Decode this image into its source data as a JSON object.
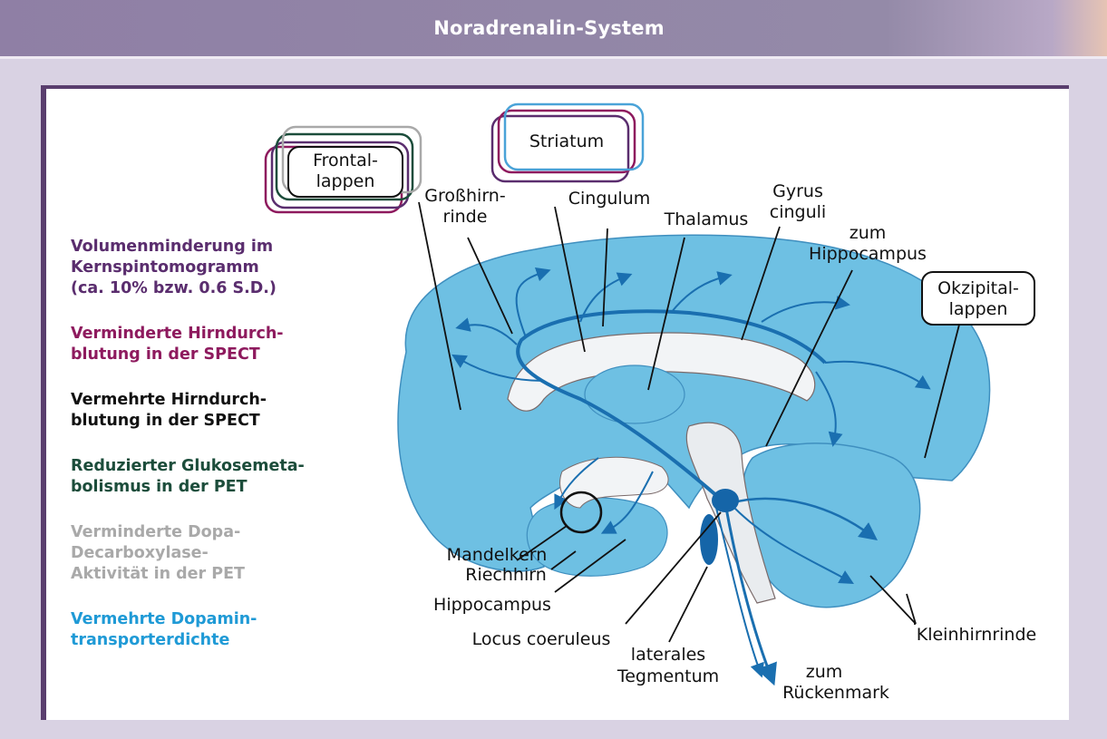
{
  "header": {
    "title": "Noradrenalin-System"
  },
  "legend": {
    "items": [
      {
        "lines": [
          "Volumenminderung im",
          "Kernspintomogramm",
          "(ca. 10% bzw. 0.6 S.D.)"
        ],
        "color": "#5a2d6e"
      },
      {
        "lines": [
          "Verminderte Hirndurch-",
          "blutung in der SPECT"
        ],
        "color": "#8e1a5e"
      },
      {
        "lines": [
          "Vermehrte Hirndurch-",
          "blutung in der SPECT"
        ],
        "color": "#111111"
      },
      {
        "lines": [
          "Reduzierter Glukosemeta-",
          "bolismus in der PET"
        ],
        "color": "#1c4d3b"
      },
      {
        "lines": [
          "Verminderte Dopa-",
          "Decarboxylase-",
          "Aktivität in der PET"
        ],
        "color": "#a9a9a9"
      },
      {
        "lines": [
          "Vermehrte Dopamin-",
          "transporterdichte"
        ],
        "color": "#1f9ad6"
      }
    ]
  },
  "diagram": {
    "boxes": {
      "frontal": [
        "Frontal-",
        "lappen"
      ],
      "striatum": "Striatum",
      "okzipital": [
        "Okzipital-",
        "lappen"
      ]
    },
    "labels": {
      "grosshirnrinde": [
        "Großhirn-",
        "rinde"
      ],
      "cingulum": "Cingulum",
      "thalamus": "Thalamus",
      "gyrus": [
        "Gyrus",
        "cinguli"
      ],
      "zum_hippocampus": [
        "zum",
        "Hippocampus"
      ],
      "mandelkern": "Mandelkern",
      "riechhirn": "Riechhirn",
      "hippocampus": "Hippocampus",
      "locus": "Locus coeruleus",
      "tegmentum": [
        "laterales",
        "Tegmentum"
      ],
      "rueckenmark": [
        "zum",
        "Rückenmark"
      ],
      "kleinhirnrinde": "Kleinhirnrinde"
    }
  },
  "colors": {
    "brain_fill": "#6ec0e3",
    "tract": "#1a6fb0",
    "nucleus": "#1565a8"
  }
}
